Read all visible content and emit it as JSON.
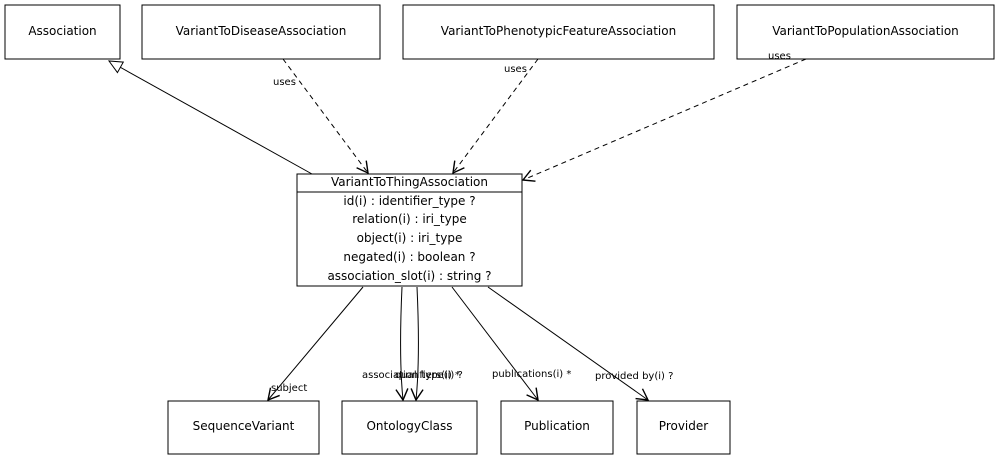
{
  "classes": {
    "association": "Association",
    "variant_to_disease": "VariantToDiseaseAssociation",
    "variant_to_phenotypic": "VariantToPhenotypicFeatureAssociation",
    "variant_to_population": "VariantToPopulationAssociation",
    "variant_to_thing": "VariantToThingAssociation",
    "sequence_variant": "SequenceVariant",
    "ontology_class": "OntologyClass",
    "publication": "Publication",
    "provider": "Provider"
  },
  "attributes": [
    "id(i) : identifier_type ?",
    "relation(i) : iri_type",
    "object(i) : iri_type",
    "negated(i) : boolean ?",
    "association_slot(i) : string ?"
  ],
  "edge_labels": {
    "uses_disease": "uses",
    "uses_phenotypic": "uses",
    "uses_population": "uses",
    "subject": "subject",
    "association_type": "association type(i) ?",
    "qualifiers": "qualifiers(i) *",
    "publications": "publications(i) *",
    "provided_by": "provided by(i) ?"
  }
}
